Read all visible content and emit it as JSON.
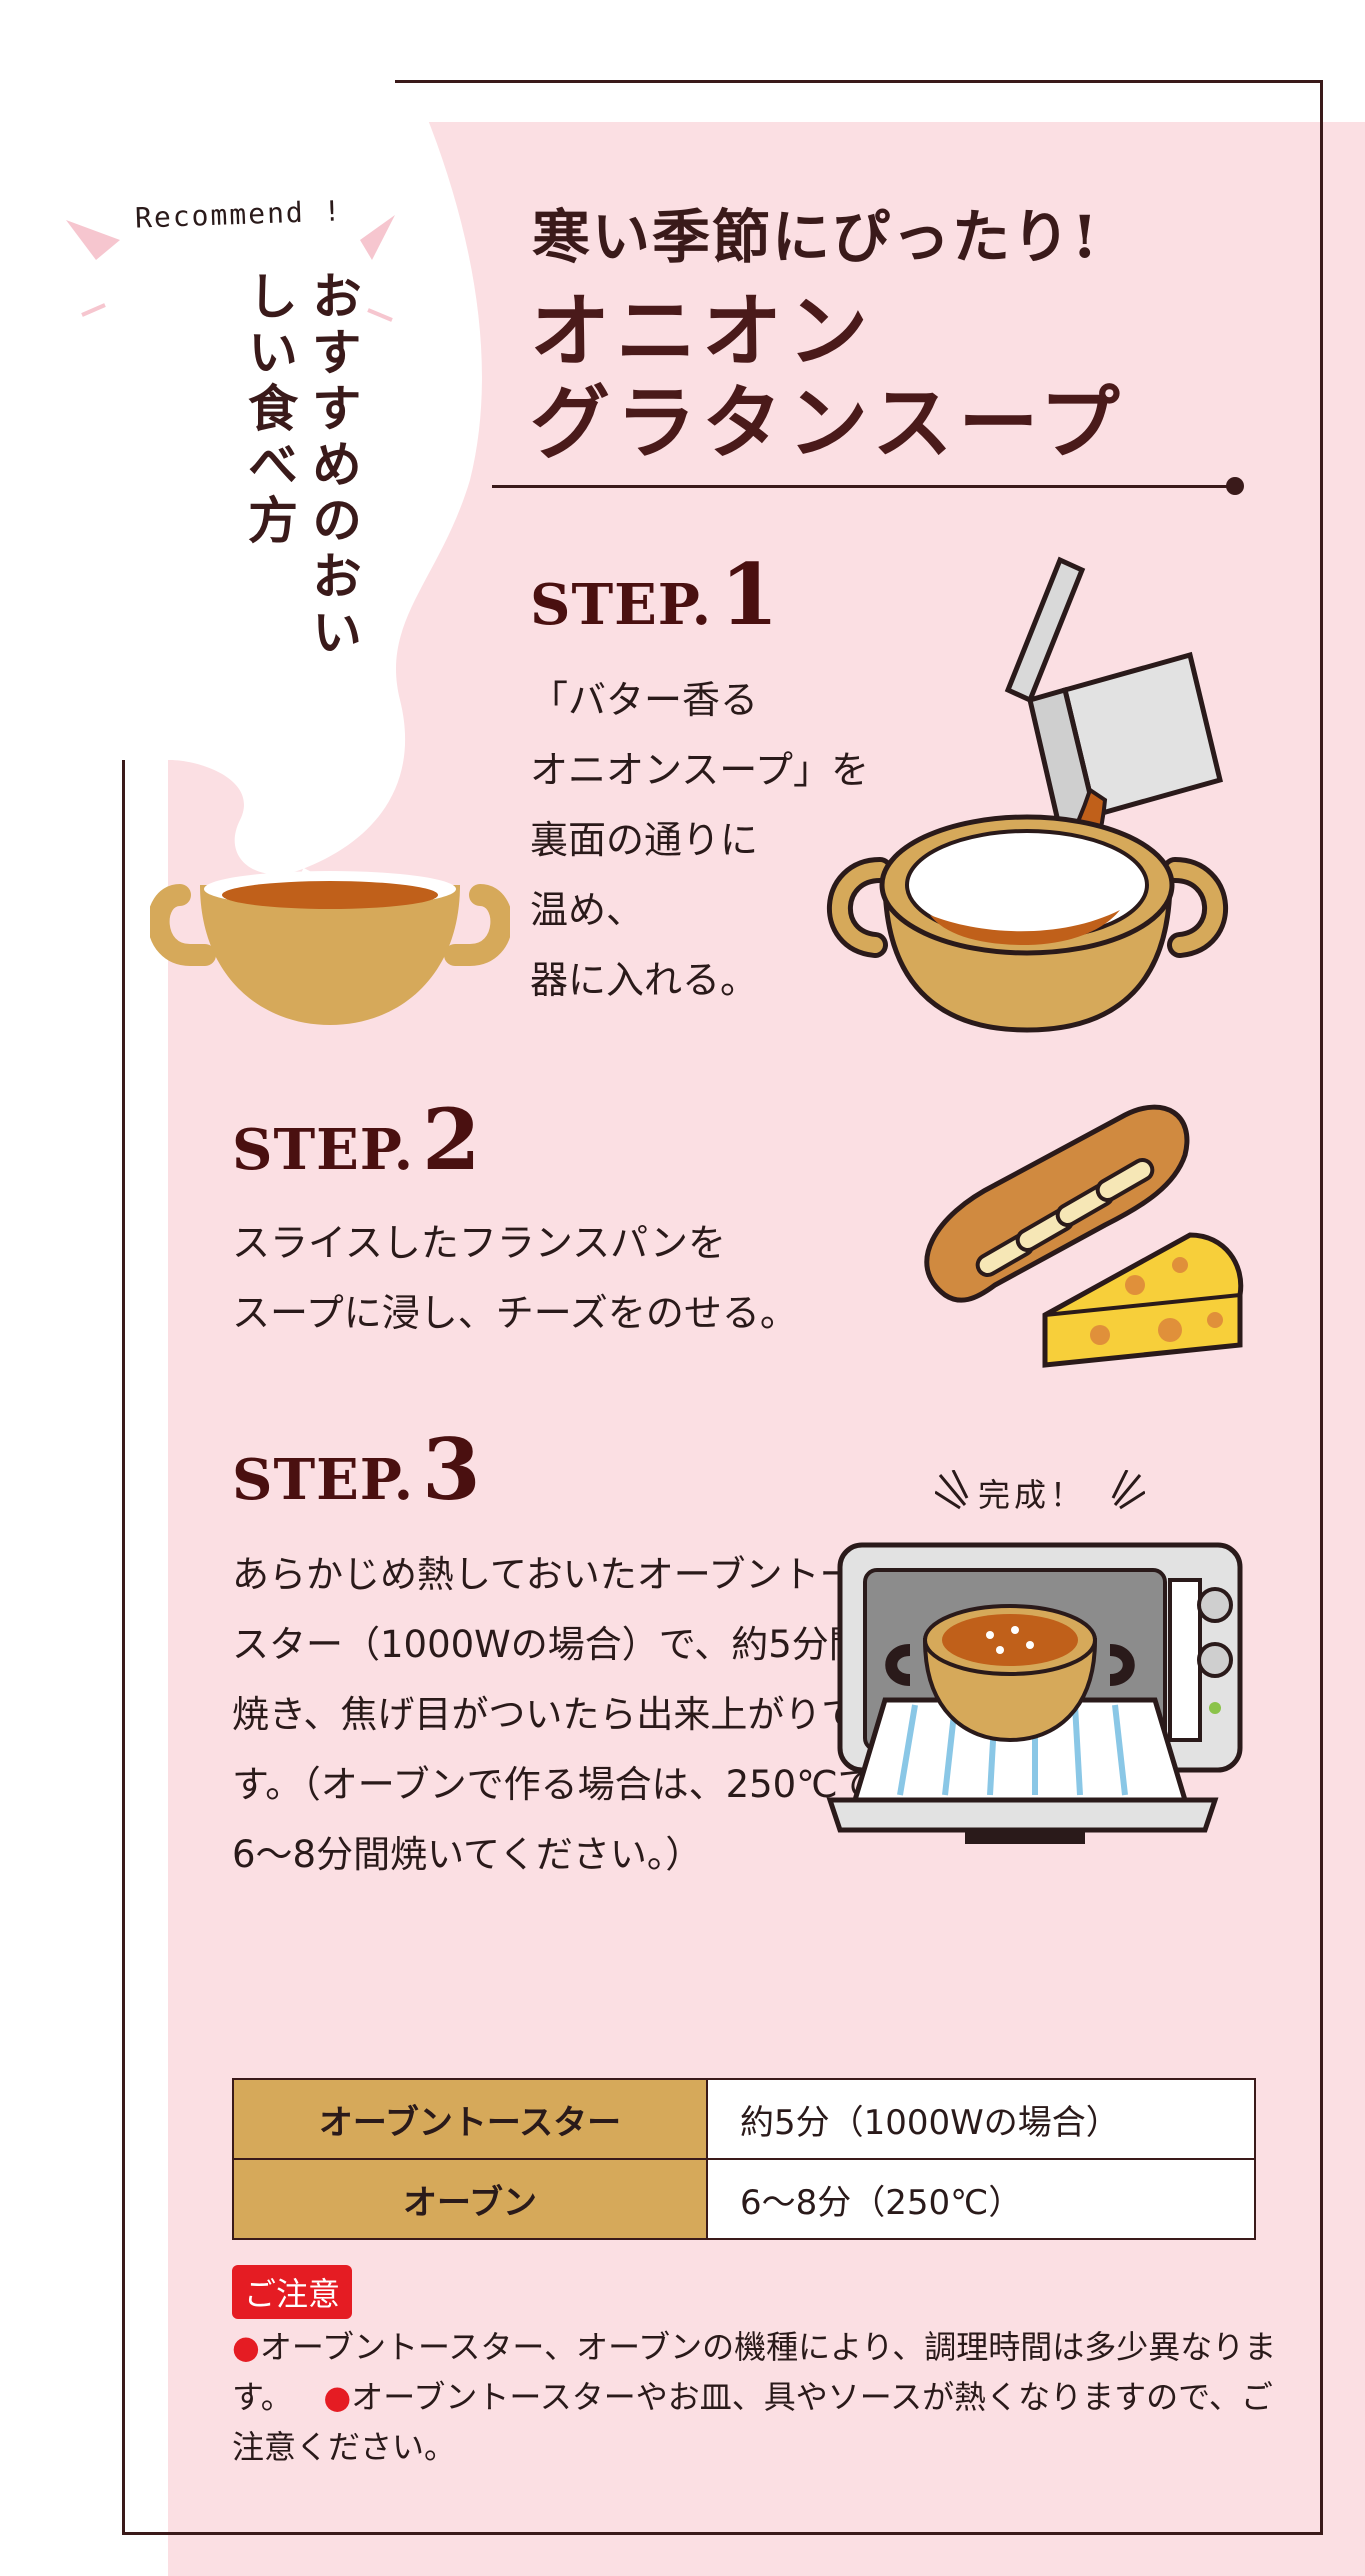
{
  "recommend_label": "Recommend !",
  "side_title": "おすすめのおいしい食べ方",
  "header": {
    "subtitle": "寒い季節にぴったり!",
    "title_line1": "オニオン",
    "title_line2": "グラタンスープ"
  },
  "steps": [
    {
      "word": "STEP.",
      "num": "1",
      "lines": [
        "「バター香る",
        "オニオンスープ」を",
        "裏面の通りに",
        "温め、",
        "器に入れる。"
      ]
    },
    {
      "word": "STEP.",
      "num": "2",
      "lines": [
        "スライスしたフランスパンを",
        "スープに浸し、チーズをのせる。"
      ]
    },
    {
      "word": "STEP.",
      "num": "3",
      "text": "あらかじめ熱しておいたオーブントースター（1000Wの場合）で、約5分間焼き、焦げ目がついたら出来上がりです。（オーブンで作る場合は、250℃で6〜8分間焼いてください。）"
    }
  ],
  "done_label": "完成！",
  "timing_table": {
    "rows": [
      {
        "key": "オーブントースター",
        "value": "約5分（1000Wの場合）"
      },
      {
        "key": "オーブン",
        "value": "6〜8分（250℃）"
      }
    ]
  },
  "notice": {
    "badge": "ご注意",
    "bullet": "●",
    "item1": "オーブントースター、オーブンの機種により、調理時間は多少異なります。",
    "item2": "オーブントースターやお皿、具やソースが熱くなりますので、ご注意ください。"
  },
  "colors": {
    "pink_bg": "#fbdfe3",
    "frame": "#3a1a1a",
    "table_key_bg": "#d6a95a",
    "accent_red": "#e51c23",
    "bowl": "#d6a95a",
    "soup": "#c0601a"
  },
  "icons": [
    "steam-icon",
    "soup-bowl-icon",
    "pouring-pot-icon",
    "baguette-icon",
    "cheese-icon",
    "toaster-oven-icon"
  ]
}
